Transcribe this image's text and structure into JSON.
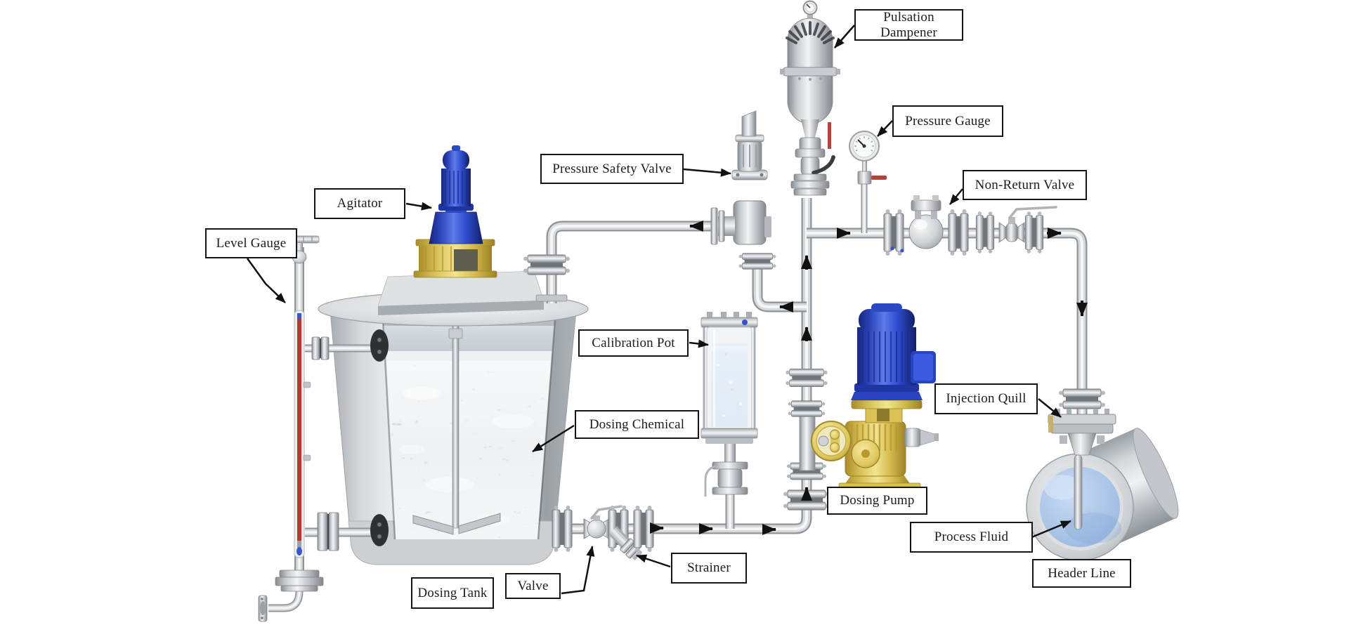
{
  "scene": {
    "background_color": "#ffffff",
    "kind": "labeled industrial equipment diagram",
    "system": "chemical dosing skid"
  },
  "labels": [
    {
      "id": "pulsation-dampener",
      "text": "Pulsation Dampener"
    },
    {
      "id": "pressure-gauge",
      "text": "Pressure Gauge"
    },
    {
      "id": "pressure-safety-valve",
      "text": "Pressure Safety Valve"
    },
    {
      "id": "non-return-valve",
      "text": "Non-Return Valve"
    },
    {
      "id": "agitator",
      "text": "Agitator"
    },
    {
      "id": "level-gauge",
      "text": "Level Gauge"
    },
    {
      "id": "calibration-pot",
      "text": "Calibration Pot"
    },
    {
      "id": "dosing-chemical",
      "text": "Dosing Chemical"
    },
    {
      "id": "injection-quill",
      "text": "Injection Quill"
    },
    {
      "id": "dosing-pump",
      "text": "Dosing Pump"
    },
    {
      "id": "process-fluid",
      "text": "Process Fluid"
    },
    {
      "id": "header-line",
      "text": "Header Line"
    },
    {
      "id": "strainer",
      "text": "Strainer"
    },
    {
      "id": "valve",
      "text": "Valve"
    },
    {
      "id": "dosing-tank",
      "text": "Dosing Tank"
    }
  ],
  "colors": {
    "label_border": "#151515",
    "label_text": "#1c1c1c",
    "arrow_black": "#111111",
    "steel_light": "#f2f4f5",
    "steel_mid": "#c7cbcf",
    "steel_dark": "#8e9398",
    "motor_blue": "#2e4bcd",
    "motor_blue_dark": "#18287e",
    "pump_yellow": "#e6d468",
    "pump_yellow_dark": "#b3962f",
    "process_fluid_blue": "#a9c4e7",
    "calibration_liquid_blue": "#cfe0f2",
    "tank_liquid_gray": "#c3ccd4",
    "level_gauge_red": "#b23a31",
    "valve_handle_red": "#b5413a"
  }
}
